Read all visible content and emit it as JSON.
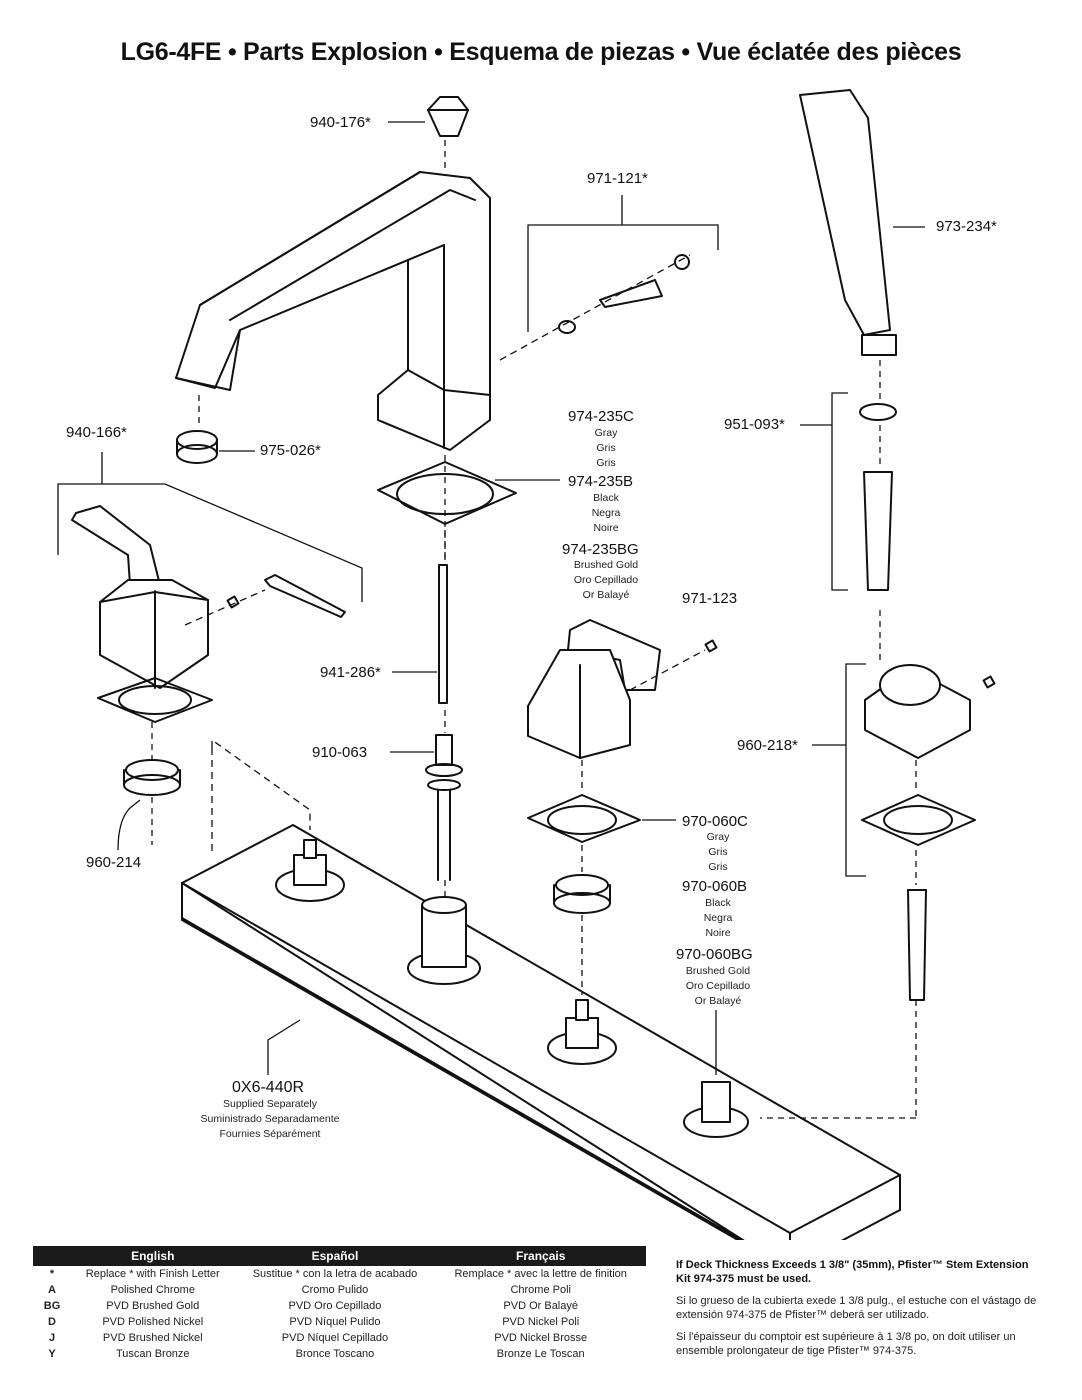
{
  "title": "LG6-4FE  •  Parts Explosion  •  Esquema de piezas  •  Vue éclatée des pièces",
  "parts": {
    "p940_176": "940-176*",
    "p971_121": "971-121*",
    "p973_234": "973-234*",
    "p940_166": "940-166*",
    "p975_026": "975-026*",
    "p974_235C": "974-235C",
    "p974_235C_sub": [
      "Gray",
      "Gris",
      "Gris"
    ],
    "p974_235B": "974-235B",
    "p974_235B_sub": [
      "Black",
      "Negra",
      "Noire"
    ],
    "p974_235BG": "974-235BG",
    "p974_235BG_sub": [
      "Brushed Gold",
      "Oro Cepillado",
      "Or Balayé"
    ],
    "p951_093": "951-093*",
    "p971_123": "971-123",
    "p941_286": "941-286*",
    "p910_063": "910-063",
    "p960_218": "960-218*",
    "p960_214": "960-214",
    "p970_060C": "970-060C",
    "p970_060C_sub": [
      "Gray",
      "Gris",
      "Gris"
    ],
    "p970_060B": "970-060B",
    "p970_060B_sub": [
      "Black",
      "Negra",
      "Noire"
    ],
    "p970_060BG": "970-060BG",
    "p970_060BG_sub": [
      "Brushed Gold",
      "Oro Cepillado",
      "Or Balayé"
    ],
    "p0X6_440R": "0X6-440R",
    "p0X6_440R_sub": [
      "Supplied Separately",
      "Suministrado Separadamente",
      "Fournies Séparément"
    ]
  },
  "legend": {
    "headers": [
      "English",
      "Español",
      "Français"
    ],
    "rows": [
      {
        "code": "*",
        "en": "Replace * with Finish Letter",
        "es": "Sustitue * con la letra de acabado",
        "fr": "Remplace * avec la lettre de finition"
      },
      {
        "code": "A",
        "en": "Polished Chrome",
        "es": "Cromo Pulido",
        "fr": "Chrome Poli"
      },
      {
        "code": "BG",
        "en": "PVD Brushed Gold",
        "es": "PVD Oro Cepillado",
        "fr": "PVD Or Balayé"
      },
      {
        "code": "D",
        "en": "PVD Polished Nickel",
        "es": "PVD Níquel Pulido",
        "fr": "PVD Nickel Poli"
      },
      {
        "code": "J",
        "en": "PVD Brushed Nickel",
        "es": "PVD Níquel Cepillado",
        "fr": "PVD Nickel Brosse"
      },
      {
        "code": "Y",
        "en": "Tuscan Bronze",
        "es": "Bronce Toscano",
        "fr": "Bronze Le Toscan"
      }
    ]
  },
  "note": {
    "en": "If Deck Thickness Exceeds 1 3/8\" (35mm), Pfister™ Stem Extension Kit 974-375 must be used.",
    "es": "Si lo grueso de la cubierta exede 1 3/8 pulg., el estuche con el vástago de extensión 974-375 de Pfister™ deberá ser utilizado.",
    "fr": "Si l'épaisseur du comptoir est supérieure à 1 3/8 po, on doit utiliser un ensemble prolongateur de tige Pfister™ 974-375."
  }
}
